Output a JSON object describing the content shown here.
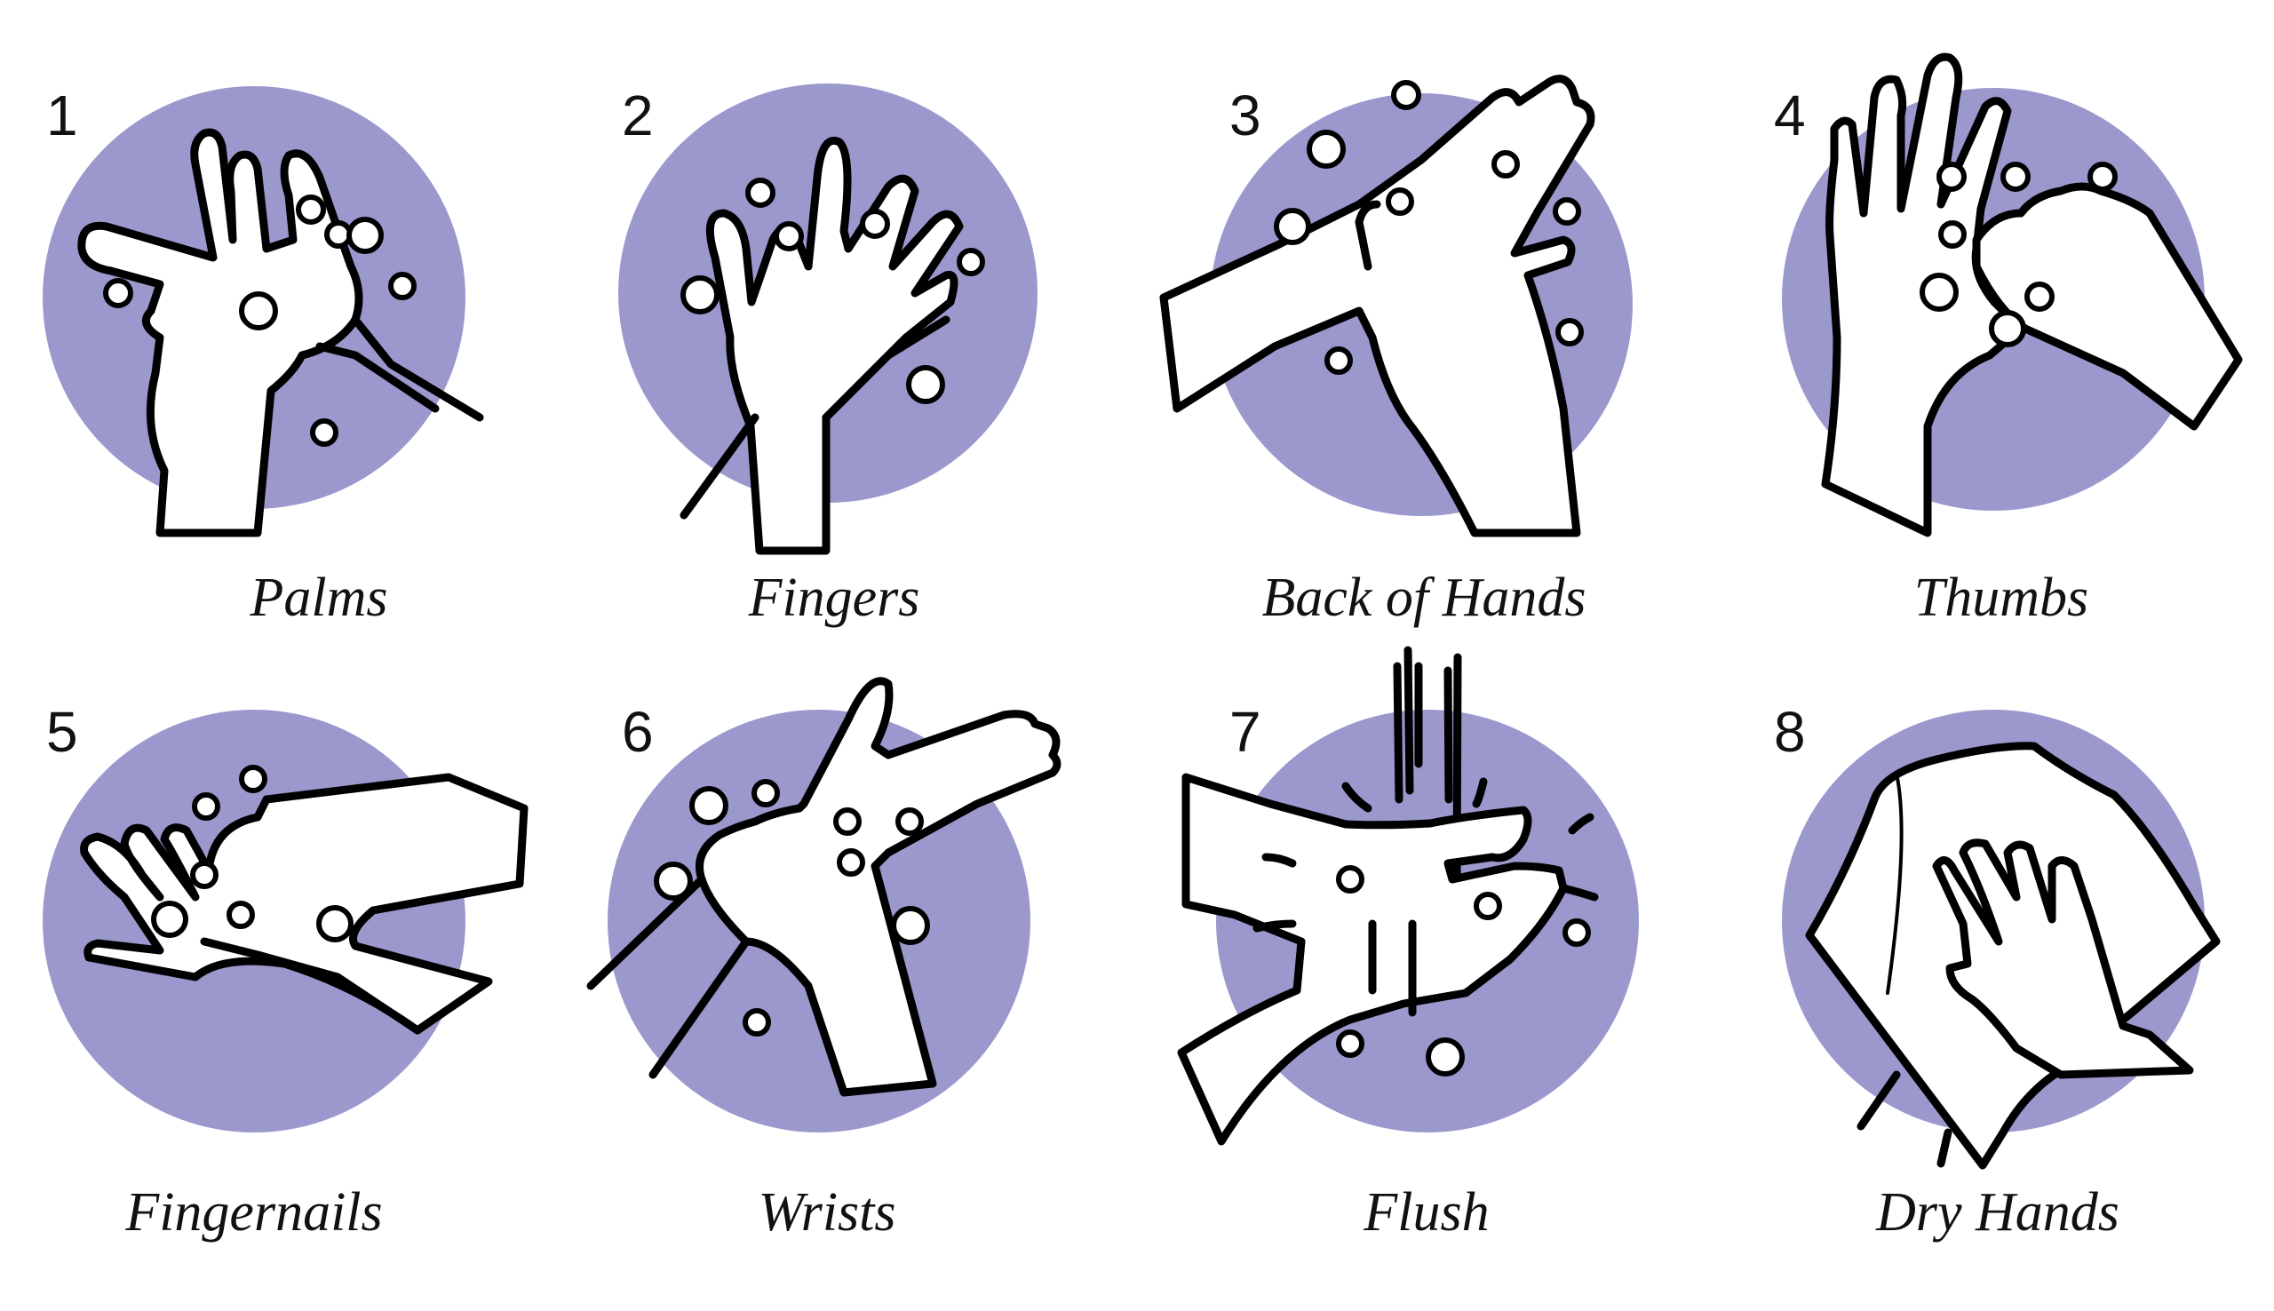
{
  "theme": {
    "circle_color": "#9B98CD",
    "line_color": "#000000",
    "background": "#FFFFFF"
  },
  "steps": [
    {
      "number": "1",
      "label": "Palms",
      "icon": "palms-rubbing-icon"
    },
    {
      "number": "2",
      "label": "Fingers",
      "icon": "fingers-interlaced-icon"
    },
    {
      "number": "3",
      "label": "Back of Hands",
      "icon": "back-of-hands-icon"
    },
    {
      "number": "4",
      "label": "Thumbs",
      "icon": "thumb-scrub-icon"
    },
    {
      "number": "5",
      "label": "Fingernails",
      "icon": "fingernails-scrub-icon"
    },
    {
      "number": "6",
      "label": "Wrists",
      "icon": "wrist-scrub-icon"
    },
    {
      "number": "7",
      "label": "Flush",
      "icon": "rinse-under-water-icon"
    },
    {
      "number": "8",
      "label": "Dry Hands",
      "icon": "towel-dry-icon"
    }
  ]
}
